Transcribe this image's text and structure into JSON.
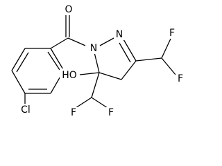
{
  "molecule": {
    "atoms": {
      "oxygen_carbonyl": "O",
      "nitrogen_1": "N",
      "nitrogen_2": "N",
      "hydroxyl": "HO",
      "chlorine": "Cl",
      "fluorine_1": "F",
      "fluorine_2": "F",
      "fluorine_3": "F",
      "fluorine_4": "F"
    }
  }
}
